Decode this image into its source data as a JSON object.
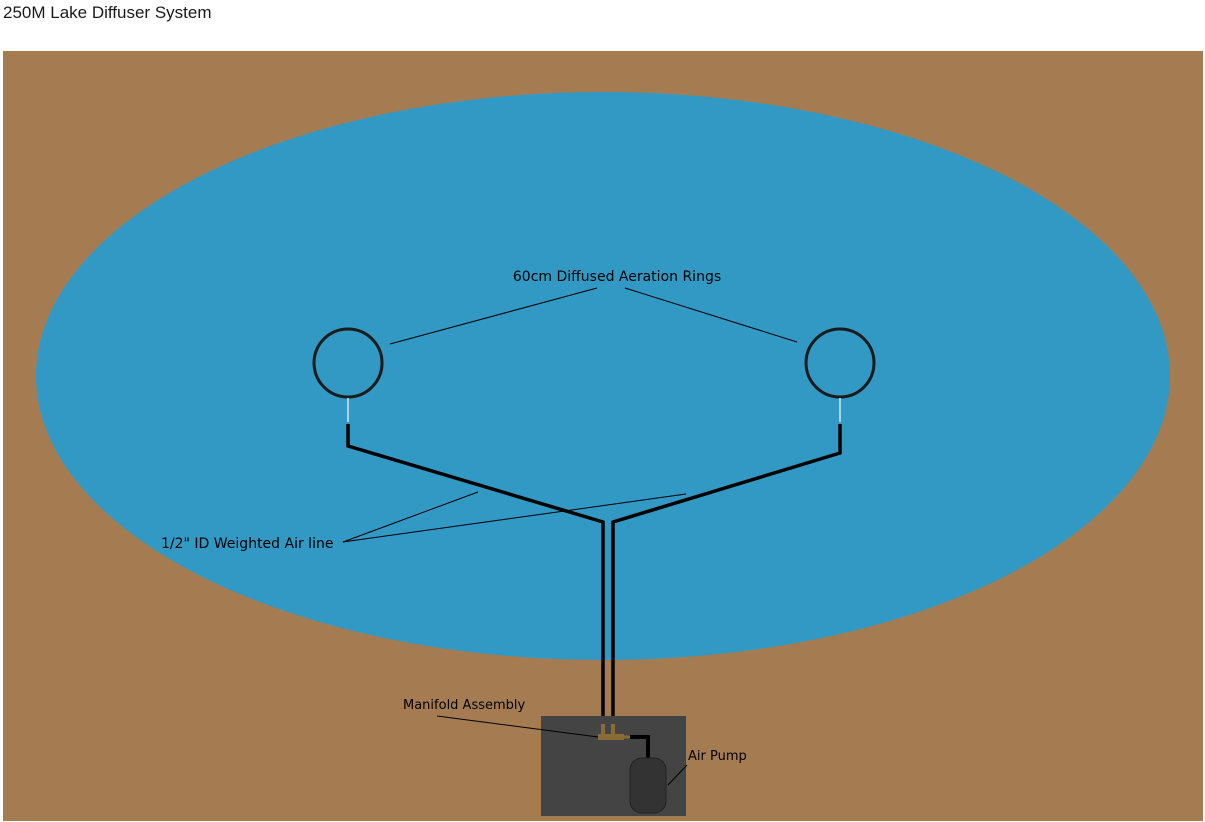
{
  "page": {
    "title": "250M Lake Diffuser System"
  },
  "diagram": {
    "labels": {
      "rings": "60cm Diffused Aeration Rings",
      "air_line": "1/2\" ID Weighted Air line",
      "manifold": "Manifold Assembly",
      "pump": "Air Pump"
    },
    "colors": {
      "ground": "#a57c52",
      "lake": "#3199c4",
      "pump_box": "#444444",
      "pump_body": "#333333",
      "line": "#000000",
      "manifold": "#8a6a36"
    }
  }
}
